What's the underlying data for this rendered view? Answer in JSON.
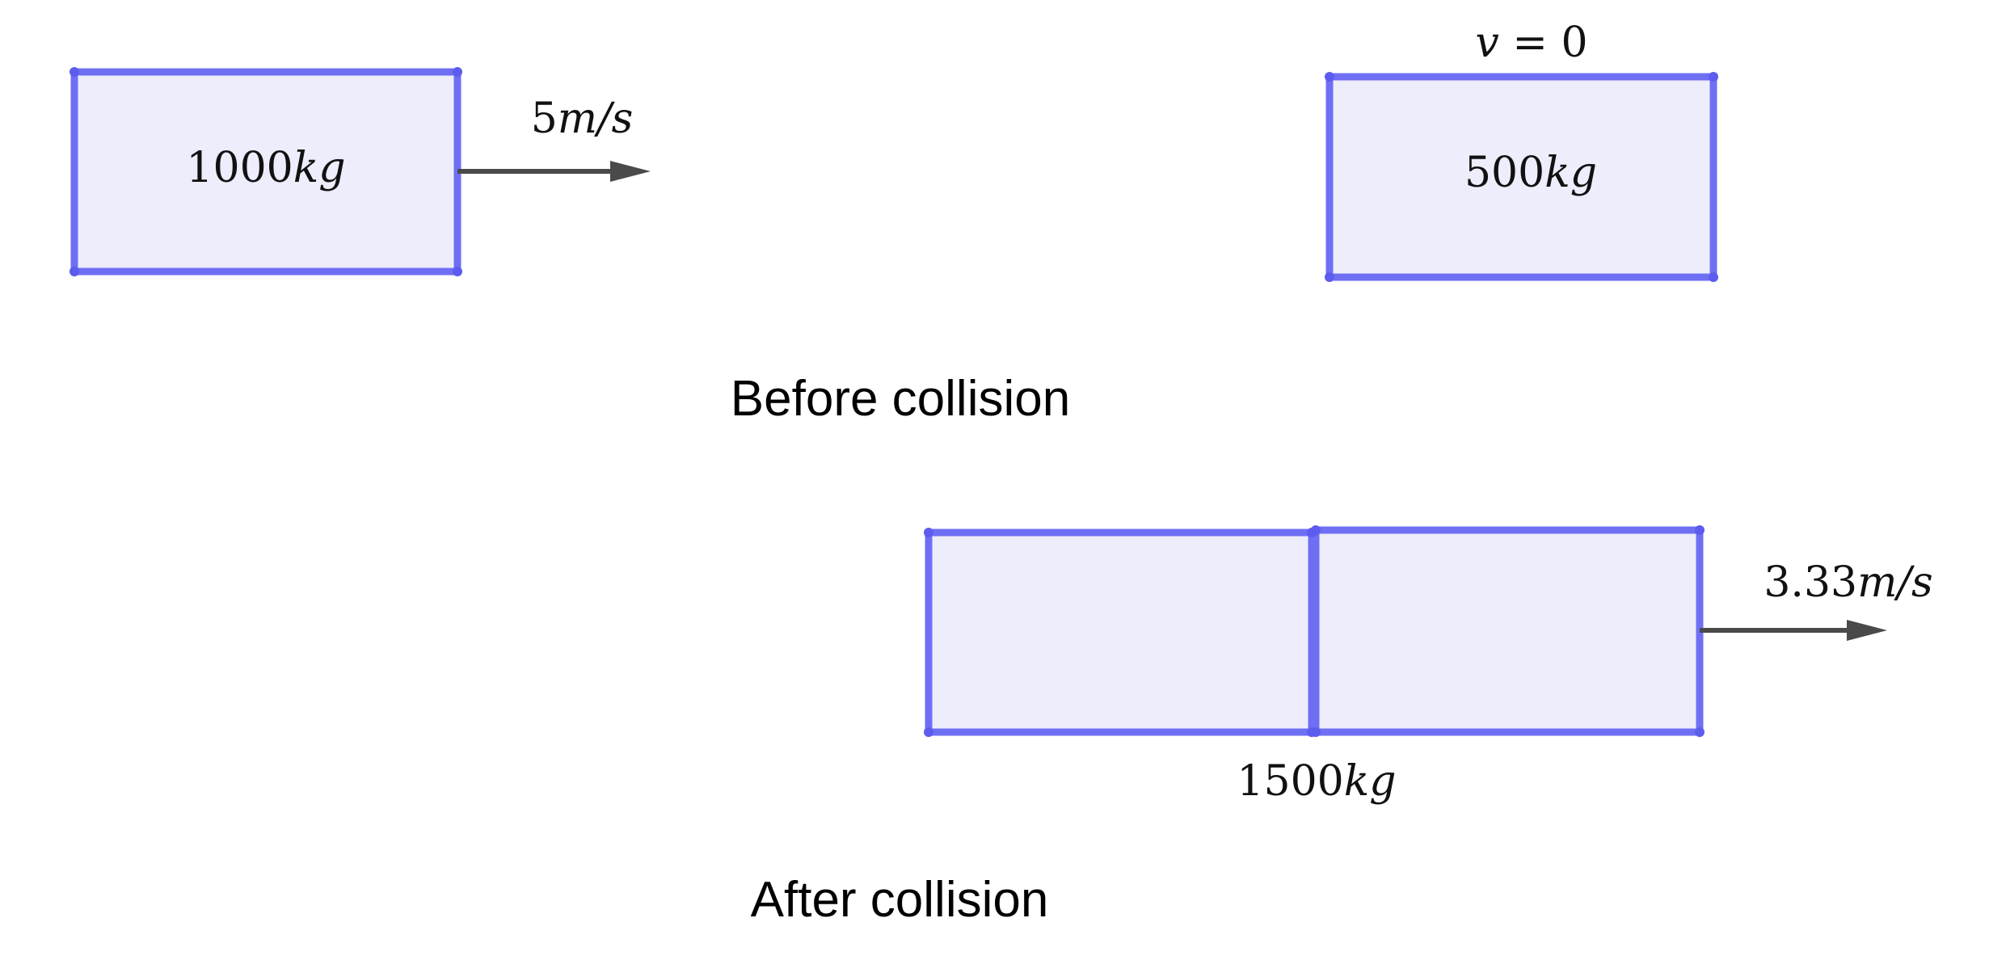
{
  "before": {
    "block_left": {
      "mass_number": "1000",
      "mass_unit": "kg"
    },
    "velocity_left": {
      "number": "5",
      "unit": "m/s"
    },
    "block_right": {
      "mass_number": "500",
      "mass_unit": "kg",
      "velocity_symbol": "v",
      "velocity_eq": " = 0"
    },
    "caption": "Before collision"
  },
  "after": {
    "combined_mass_number": "1500",
    "combined_mass_unit": "kg",
    "velocity": {
      "number": "3.33",
      "unit": "m/s"
    },
    "caption": "After collision"
  },
  "colors": {
    "block_fill": "#ededfc",
    "block_stroke": "#6f6ff4",
    "arrow": "#4a4a4a"
  }
}
